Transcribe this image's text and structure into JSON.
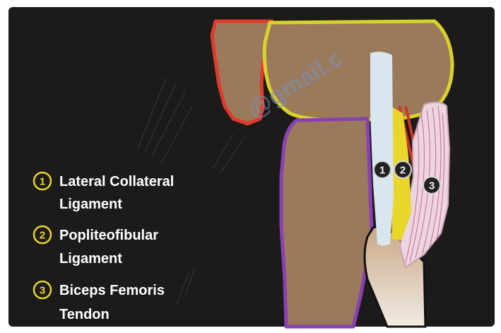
{
  "colors": {
    "background": "#1c1b1a",
    "bone": "#9b7a5c",
    "lateral_collateral_ligament": "#d7e6ef",
    "popliteofibular_ligament": "#e8d62a",
    "biceps_femoris_tendon": "#ecd4e0",
    "outline_femur": "#e03a2e",
    "outline_condyle": "#d9d22a",
    "outline_tibia": "#8a3fb5",
    "watermark": "#7d8fb5"
  },
  "watermark_text": "@gmail.c",
  "legend": [
    {
      "number": "1",
      "line1": "Lateral Collateral",
      "line2": "Ligament",
      "color": "#e8d62a"
    },
    {
      "number": "2",
      "line1": "Popliteofibular",
      "line2": "Ligament",
      "color": "#e8d62a"
    },
    {
      "number": "3",
      "line1": "Biceps Femoris",
      "line2": "Tendon",
      "color": "#e8d62a"
    }
  ],
  "markers": [
    {
      "number": "1",
      "structure": "lateral_collateral_ligament"
    },
    {
      "number": "2",
      "structure": "popliteofibular_ligament"
    },
    {
      "number": "3",
      "structure": "biceps_femoris_tendon"
    }
  ]
}
